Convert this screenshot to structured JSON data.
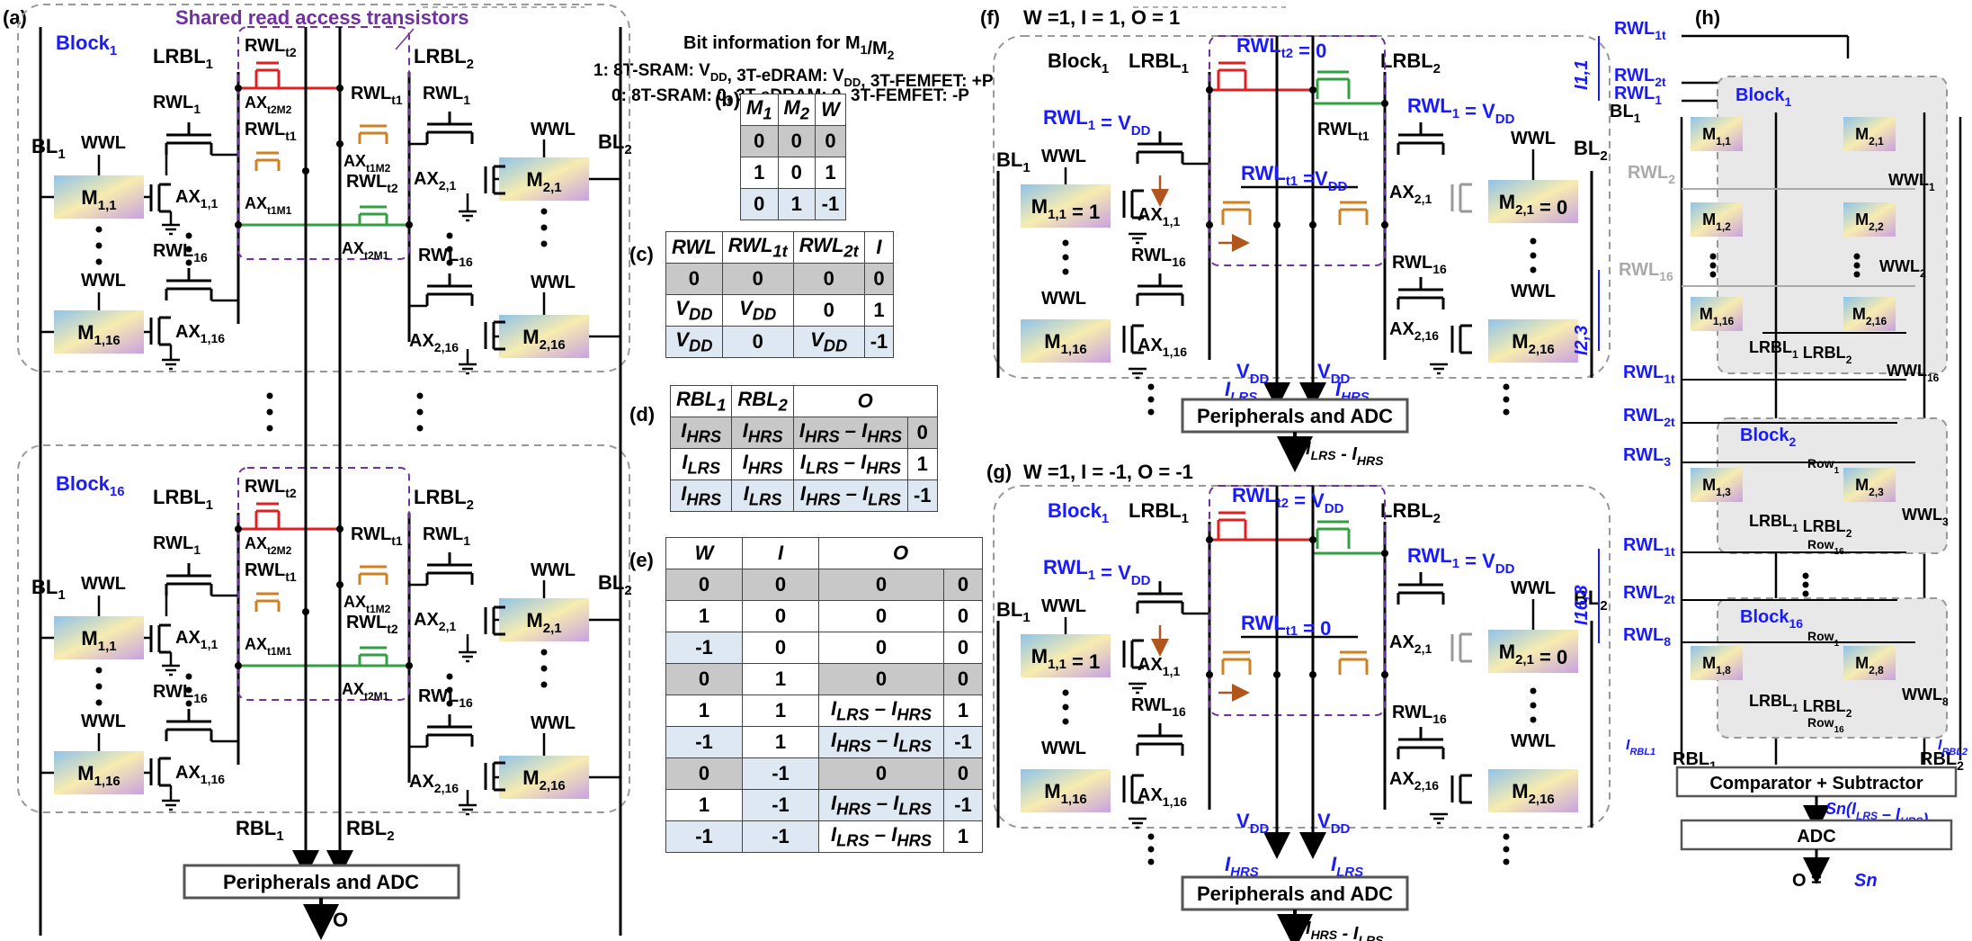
{
  "panel_labels": {
    "a": "(a)",
    "b": "(b)",
    "c": "(c)",
    "d": "(d)",
    "e": "(e)",
    "f": "(f)",
    "g": "(g)",
    "h": "(h)"
  },
  "shared_read": "Shared read access transistors",
  "bit_info": {
    "title": "Bit information for M",
    "line1": "1: 8T-SRAM: V",
    "line2": "0: 8T-SRAM: 0, 3T-eDRAM: 0, 3T-FEMFET: -P"
  },
  "panel_f_title": "W =1, I = 1, O = 1",
  "panel_g_title": "W =1, I = -1, O = -1",
  "blocks": {
    "block1": "Block",
    "block16": "Block",
    "block2": "Block"
  },
  "periph": {
    "label": "Peripherals and ADC",
    "out_a": "O"
  },
  "panel_h": {
    "comparator": "Comparator + Subtractor",
    "adc": "ADC",
    "out": "O = ",
    "out_sn": "Sn"
  },
  "table_b": {
    "headers": [
      "M1",
      "M2",
      "W"
    ],
    "rows": [
      [
        "0",
        "0",
        "0"
      ],
      [
        "1",
        "0",
        "1"
      ],
      [
        "0",
        "1",
        "-1"
      ]
    ]
  },
  "table_c": {
    "headers": [
      "RWL",
      "RWL1t",
      "RWL2t",
      "I"
    ],
    "rows": [
      [
        "0",
        "0",
        "0",
        "0"
      ],
      [
        "VDD",
        "VDD",
        "0",
        "1"
      ],
      [
        "VDD",
        "0",
        "VDD",
        "-1"
      ]
    ]
  },
  "table_d": {
    "headers": [
      "RBL1",
      "RBL2",
      "O"
    ],
    "rows": [
      [
        "IHRS",
        "IHRS",
        "IHRS – IHRS",
        "0"
      ],
      [
        "ILRS",
        "IHRS",
        "ILRS – IHRS",
        "1"
      ],
      [
        "IHRS",
        "ILRS",
        "IHRS – ILRS",
        "-1"
      ]
    ]
  },
  "table_e": {
    "headers": [
      "W",
      "I",
      "O"
    ],
    "rows": [
      [
        "0",
        "0",
        "0",
        "0"
      ],
      [
        "1",
        "0",
        "0",
        "0"
      ],
      [
        "-1",
        "0",
        "0",
        "0"
      ],
      [
        "0",
        "1",
        "0",
        "0"
      ],
      [
        "1",
        "1",
        "ILRS – IHRS",
        "1"
      ],
      [
        "-1",
        "1",
        "IHRS – ILRS",
        "-1"
      ],
      [
        "0",
        "-1",
        "0",
        "0"
      ],
      [
        "1",
        "-1",
        "IHRS – ILRS",
        "-1"
      ],
      [
        "-1",
        "-1",
        "ILRS – IHRS",
        "1"
      ]
    ]
  },
  "colors": {
    "blue": "#1a1aff",
    "purple": "#7030a0",
    "red": "#e02020",
    "orange": "#d08020",
    "green": "#30a040",
    "grey": "#999999"
  }
}
